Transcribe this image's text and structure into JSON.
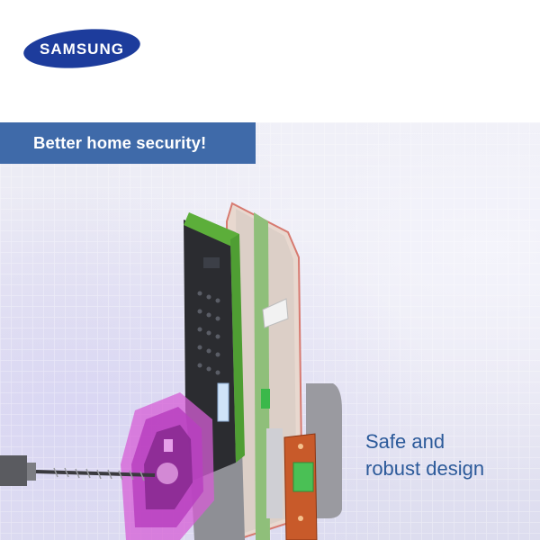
{
  "brand": {
    "logo_text": "SAMSUNG",
    "logo_color": "#1d3c9c"
  },
  "banner": {
    "text": "Better home security!",
    "background": "#3f6aa9"
  },
  "feature": {
    "line1": "Safe and",
    "line2": "robust design",
    "color": "#2c5a9a"
  },
  "illustration": {
    "subject": "door-lock-cutaway",
    "highlight_color": "#cc33cc"
  }
}
